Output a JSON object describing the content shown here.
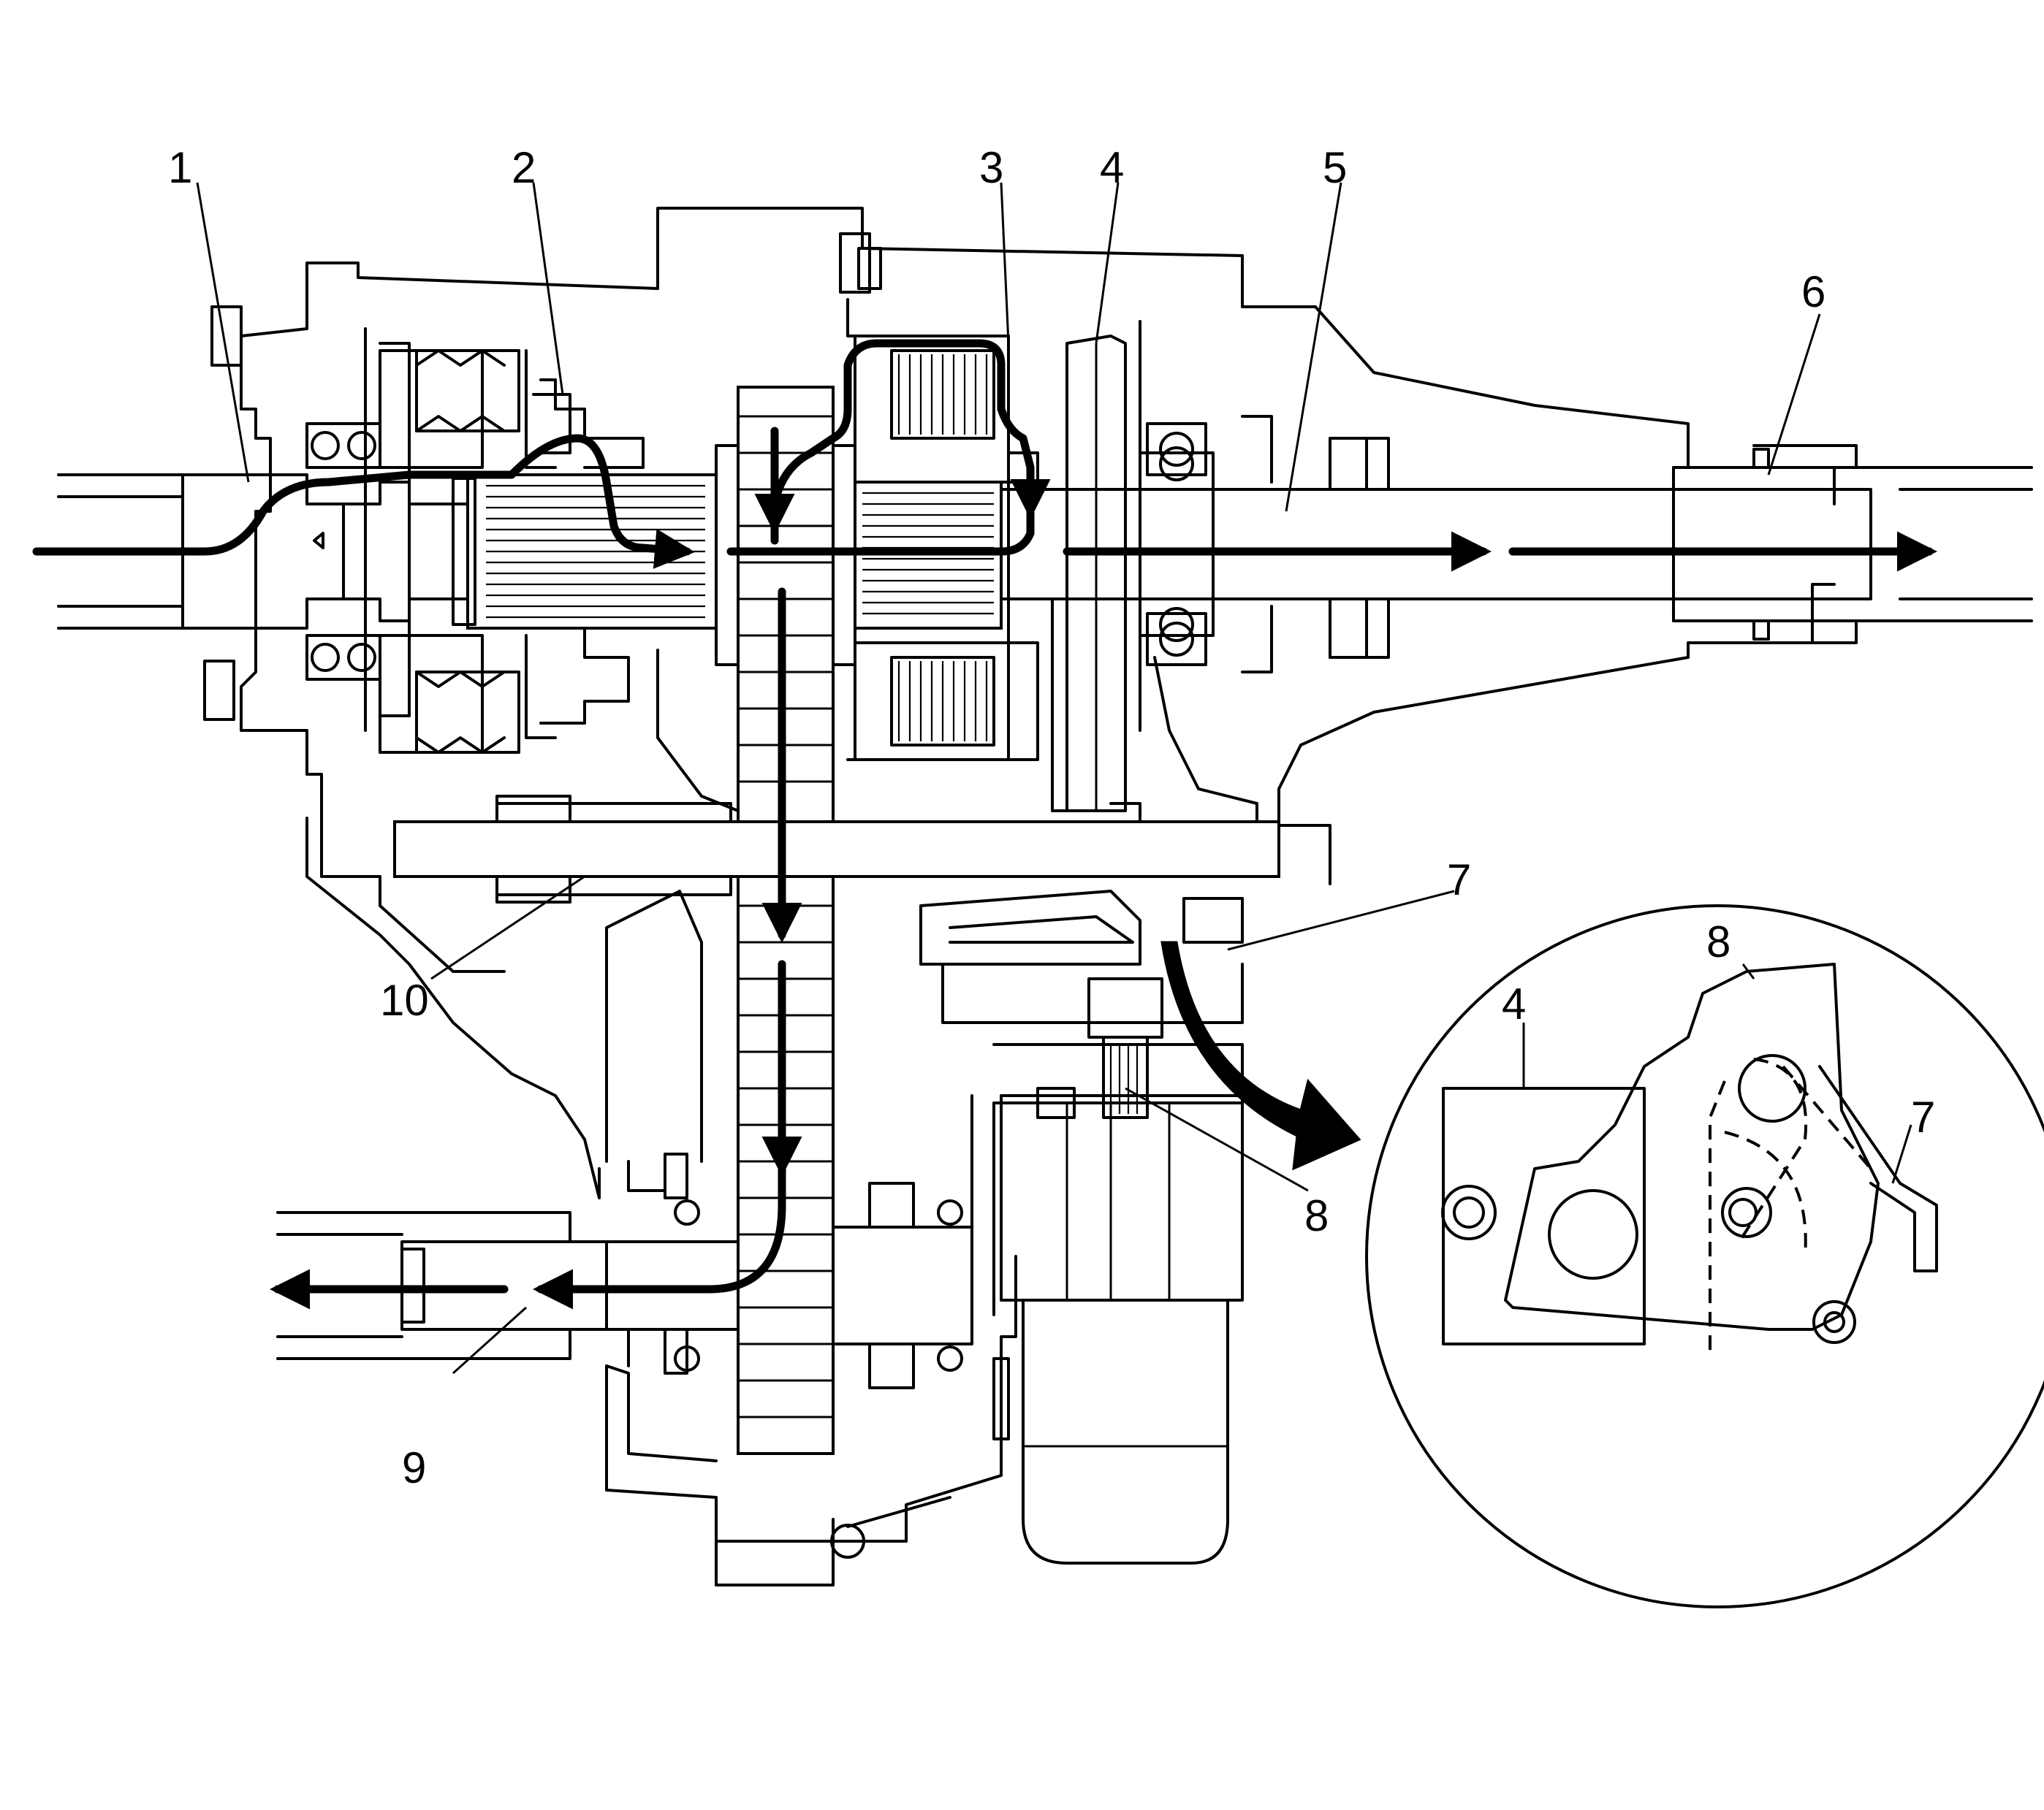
{
  "callouts": {
    "c1": "1",
    "c2": "2",
    "c3": "3",
    "c4": "4",
    "c5": "5",
    "c6": "6",
    "c7": "7",
    "c8": "8",
    "c9": "9",
    "c10": "10",
    "detail_c4": "4",
    "detail_c7": "7",
    "detail_c8": "8"
  },
  "colors": {
    "line": "#000000",
    "background": "#ffffff"
  }
}
